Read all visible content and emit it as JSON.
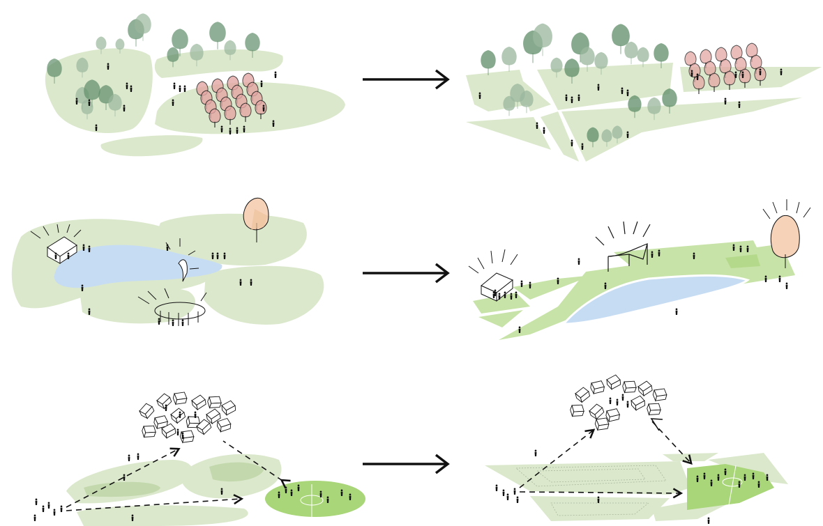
{
  "colors": {
    "background": "#ffffff",
    "grass_light": "#dbe8cc",
    "grass_bright": "#c8e3a8",
    "grass_pitch": "#a9d678",
    "grass_dark": "#c3d9ad",
    "water": "#c6dcf3",
    "tree_green": "#5f8d6a",
    "tree_green_light": "#9ab79d",
    "tree_pink": "#e3a7a4",
    "tree_peach": "#f6d2b8",
    "line": "#111111",
    "arrow": "#111111"
  },
  "rows": [
    {
      "name": "forest",
      "transition_arrow": "right-arrow"
    },
    {
      "name": "lake",
      "transition_arrow": "right-arrow"
    },
    {
      "name": "village",
      "transition_arrow": "right-arrow"
    }
  ],
  "icons": [
    "tree-icon",
    "person-icon",
    "house-icon",
    "tent-icon",
    "bridge-icon",
    "pitch-icon",
    "right-arrow-icon",
    "dashed-path-icon"
  ]
}
